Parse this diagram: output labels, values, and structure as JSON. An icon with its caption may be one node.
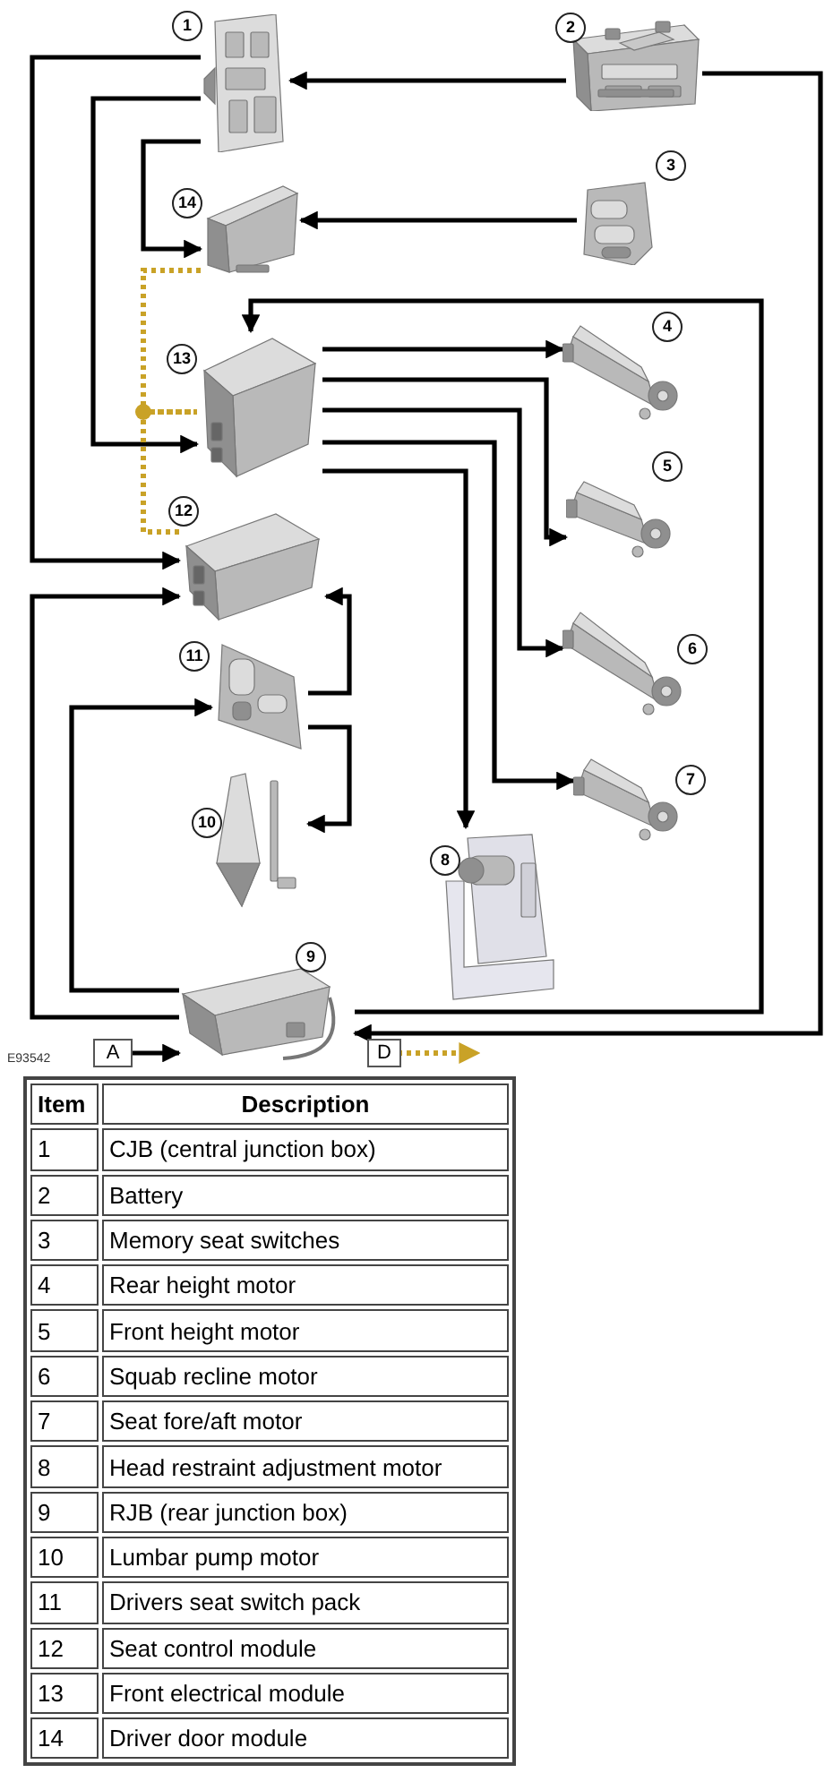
{
  "diagram": {
    "nodes": [
      {
        "text": [],
        "shape": "picture",
        "beside": [
          "1"
        ]
      },
      {
        "text": [],
        "shape": "picture",
        "beside": [
          "2"
        ]
      },
      {
        "text": [],
        "shape": "picture",
        "beside": [
          "3"
        ]
      },
      {
        "text": [],
        "shape": "picture",
        "beside": [
          "4"
        ]
      },
      {
        "text": [],
        "shape": "picture",
        "beside": [
          "5"
        ]
      },
      {
        "text": [],
        "shape": "picture",
        "beside": [
          "6"
        ]
      },
      {
        "text": [],
        "shape": "picture",
        "beside": [
          "7"
        ]
      },
      {
        "text": [],
        "shape": "picture",
        "beside": [
          "8"
        ]
      },
      {
        "text": [],
        "shape": "picture",
        "beside": [
          "9"
        ]
      },
      {
        "text": [],
        "shape": "picture",
        "beside": [
          "10"
        ]
      },
      {
        "text": [],
        "shape": "picture",
        "beside": [
          "11"
        ]
      },
      {
        "text": [],
        "shape": "picture",
        "beside": [
          "12"
        ]
      },
      {
        "text": [],
        "shape": "picture",
        "beside": [
          "13"
        ]
      },
      {
        "text": [],
        "shape": "picture",
        "beside": [
          "14"
        ]
      },
      {
        "text": [
          "A"
        ]
      },
      {
        "text": [
          "D"
        ]
      }
    ],
    "edges": [
      {
        "from": 1,
        "to": 0,
        "arrow": "to"
      },
      {
        "from": 1,
        "to": 8,
        "arrow": "to"
      },
      {
        "from": 0,
        "to": 11,
        "arrow": "to"
      },
      {
        "from": 0,
        "to": 12,
        "arrow": "to"
      },
      {
        "from": 0,
        "to": 13,
        "arrow": "to"
      },
      {
        "from": 2,
        "to": 13,
        "arrow": "to"
      },
      {
        "from": 12,
        "to": 3,
        "arrow": "to"
      },
      {
        "from": 12,
        "to": 4,
        "arrow": "to"
      },
      {
        "from": 12,
        "to": 5,
        "arrow": "to"
      },
      {
        "from": 12,
        "to": 6,
        "arrow": "to"
      },
      {
        "from": 12,
        "to": 7,
        "arrow": "to"
      },
      {
        "from": 8,
        "to": 12,
        "arrow": "to"
      },
      {
        "from": 8,
        "to": 11,
        "arrow": "to"
      },
      {
        "from": 8,
        "to": 10,
        "arrow": "to"
      },
      {
        "from": 10,
        "to": 11,
        "arrow": "to"
      },
      {
        "from": 10,
        "to": 9,
        "arrow": "to"
      },
      {
        "from": 14,
        "to": 8,
        "arrow": "to"
      },
      {
        "from": 15,
        "to": null,
        "arrow": "to",
        "style": "dashed",
        "color": "#c9a227"
      },
      {
        "from": 13,
        "to": 12,
        "arrow": "none",
        "style": "dashed",
        "color": "#c9a227"
      },
      {
        "from": 11,
        "to": 12,
        "arrow": "none",
        "style": "dashed",
        "color": "#c9a227"
      }
    ],
    "labels": [
      "E93542",
      "Item",
      "Description",
      "1",
      "CJB (central junction box)",
      "2",
      "Battery",
      "3",
      "Memory seat switches",
      "4",
      "Rear height motor",
      "5",
      "Front height motor",
      "6",
      "Squab recline motor",
      "7",
      "Seat fore/aft motor",
      "8",
      "Head restraint adjustment motor",
      "9",
      "RJB (rear junction box)",
      "10",
      "Lumbar pump motor",
      "11",
      "Drivers seat switch pack",
      "12",
      "Seat control module",
      "13",
      "Front electrical module",
      "14",
      "Driver door module"
    ]
  }
}
